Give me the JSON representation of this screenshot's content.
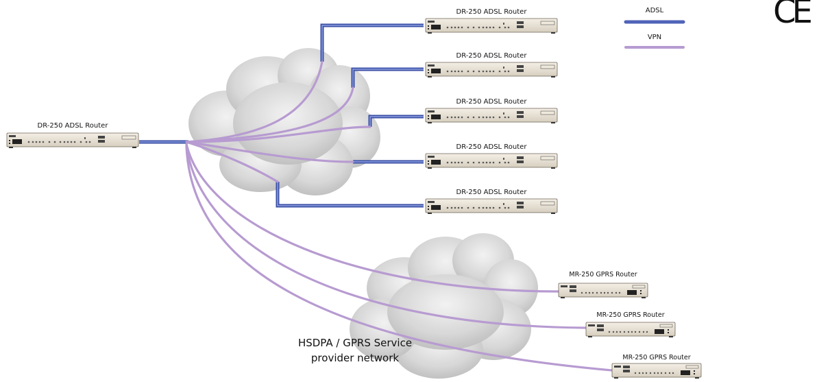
{
  "legend": {
    "adsl_label": "ADSL",
    "vpn_label": "VPN",
    "adsl_color": "#4f63b8",
    "vpn_color": "#b79bd1"
  },
  "ce_mark": "CE",
  "central_router": {
    "label": "DR-250 ADSL Router"
  },
  "adsl_routers": [
    {
      "label": "DR-250 ADSL Router"
    },
    {
      "label": "DR-250 ADSL Router"
    },
    {
      "label": "DR-250 ADSL Router"
    },
    {
      "label": "DR-250 ADSL Router"
    },
    {
      "label": "DR-250 ADSL Router"
    }
  ],
  "gprs_routers": [
    {
      "label": "MR-250 GPRS Router"
    },
    {
      "label": "MR-250 GPRS Router"
    },
    {
      "label": "MR-250 GPRS Router"
    }
  ],
  "network_label": {
    "line1": "HSDPA / GPRS Service",
    "line2": "provider network"
  }
}
